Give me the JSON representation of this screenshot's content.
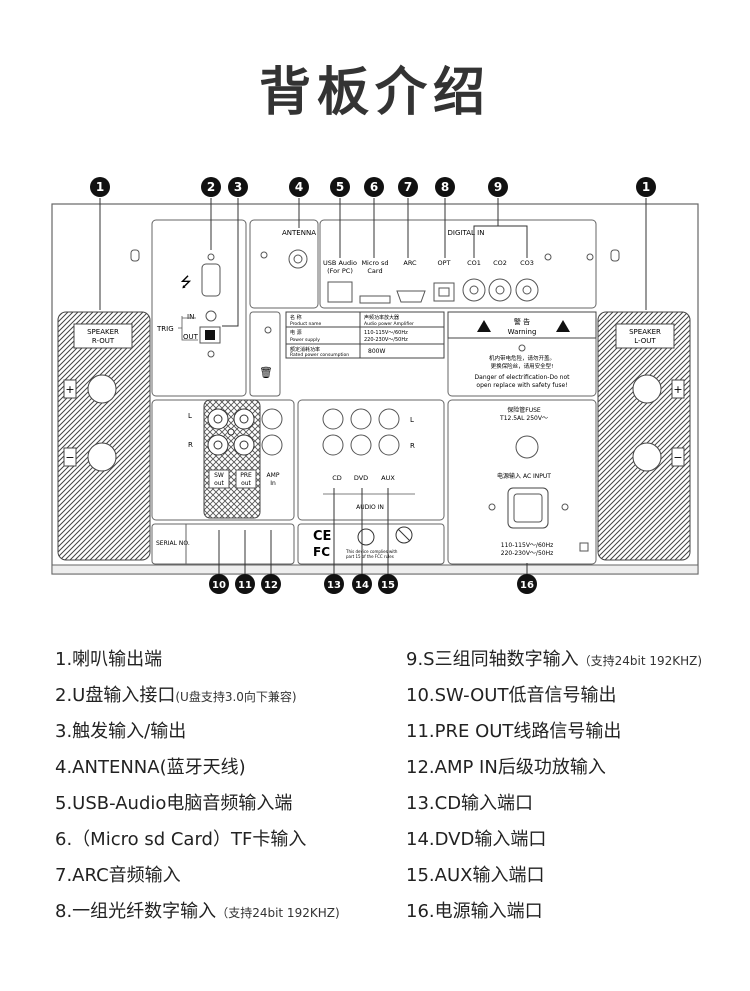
{
  "title": "背板介绍",
  "callouts": [
    "1",
    "2",
    "3",
    "4",
    "5",
    "6",
    "7",
    "8",
    "9",
    "1",
    "10",
    "11",
    "12",
    "13",
    "14",
    "15",
    "16"
  ],
  "panel": {
    "antenna": "ANTENNA",
    "usb_audio": "USB Audio",
    "usb_audio_sub": "(For PC)",
    "micro_sd": "Micro sd",
    "micro_sd_sub": "Card",
    "arc": "ARC",
    "opt": "OPT",
    "digital_in": "DIGITAL IN",
    "co1": "CO1",
    "co2": "CO2",
    "co3": "CO3",
    "speaker_r": "SPEAKER",
    "speaker_r_sub": "R-OUT",
    "speaker_l": "SPEAKER",
    "speaker_l_sub": "L-OUT",
    "plus": "+",
    "minus": "−",
    "trig": "TRIG",
    "trig_in": "IN",
    "trig_out": "OUT",
    "name_label": "名 称",
    "name_label_en": "Product name",
    "name_value": "声频功率放大器",
    "name_value_en": "Audio power Amplifier",
    "power_label": "电 源",
    "power_label_en": "Power supply",
    "power_value_1": "110-115V〜/60Hz",
    "power_value_2": "220-230V〜/50Hz",
    "rated_label": "额定消耗功率",
    "rated_label_en": "Rated power consumption",
    "rated_value": "800W",
    "warning_cn": "警 告",
    "warning_en": "Warning",
    "warning_text_1": "机内带电危险，请勿开盖。",
    "warning_text_2": "更换保险丝，请用安全型!",
    "warning_text_3": "Danger of electrification-Do not",
    "warning_text_4": "open replace with safety fuse!",
    "L": "L",
    "R": "R",
    "sw_out_1": "SW",
    "sw_out_2": "out",
    "pre_out_1": "PRE",
    "pre_out_2": "out",
    "amp_in_1": "AMP",
    "amp_in_2": "In",
    "cd": "CD",
    "dvd": "DVD",
    "aux": "AUX",
    "audio_in": "AUDIO IN",
    "fuse_1": "保险管FUSE",
    "fuse_2": "T12.5AL 250V〜",
    "ac_input": "电源输入 AC INPUT",
    "ac_value_1": "110-115V〜/60Hz",
    "ac_value_2": "220-230V〜/50Hz",
    "serial": "SERIAL NO.",
    "fcc_1": "This device complies with",
    "fcc_2": "part 15 of the FCC rules"
  },
  "legend_left": [
    {
      "main": "1.喇叭输出端",
      "note": ""
    },
    {
      "main": "2.U盘输入接口",
      "note": "(U盘支持3.0向下兼容)"
    },
    {
      "main": "3.触发输入/输出",
      "note": ""
    },
    {
      "main": "4.ANTENNA(蓝牙天线)",
      "note": ""
    },
    {
      "main": "5.USB-Audio电脑音频输入端",
      "note": ""
    },
    {
      "main": "6.（Micro sd Card）TF卡输入",
      "note": ""
    },
    {
      "main": "7.ARC音频输入",
      "note": ""
    },
    {
      "main": "8.一组光纤数字输入",
      "note": "（支持24bit 192KHZ)"
    }
  ],
  "legend_right": [
    {
      "main": "9.S三组同轴数字输入",
      "note": "（支持24bit 192KHZ)"
    },
    {
      "main": "10.SW-OUT低音信号输出",
      "note": ""
    },
    {
      "main": "11.PRE OUT线路信号输出",
      "note": ""
    },
    {
      "main": "12.AMP IN后级功放输入",
      "note": ""
    },
    {
      "main": "13.CD输入端口",
      "note": ""
    },
    {
      "main": "14.DVD输入端口",
      "note": ""
    },
    {
      "main": "15.AUX输入端口",
      "note": ""
    },
    {
      "main": "16.电源输入端口",
      "note": ""
    }
  ]
}
